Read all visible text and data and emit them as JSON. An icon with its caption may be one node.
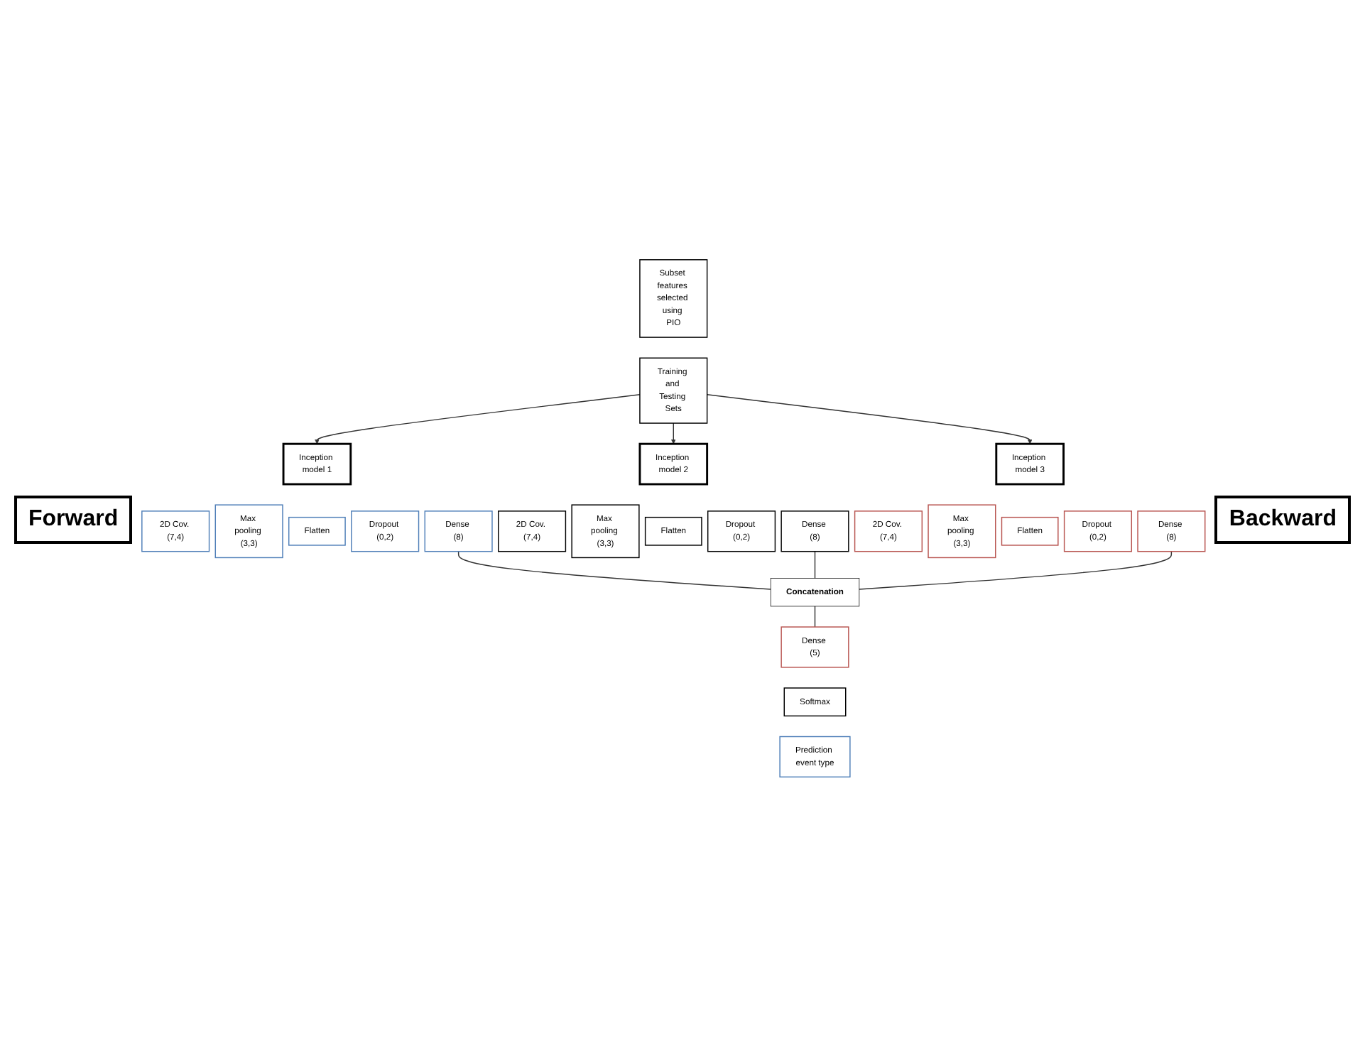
{
  "diagram": {
    "nodes": [
      {
        "text": [
          "Subset features selected using PIO"
        ]
      },
      {
        "text": [
          "Training and Testing Sets"
        ]
      },
      {
        "text": [
          "Inception model 1"
        ]
      },
      {
        "text": [
          "Inception model 2"
        ]
      },
      {
        "text": [
          "Inception model 3"
        ]
      },
      {
        "text": [
          "2D Cov. (7,4)"
        ]
      },
      {
        "text": [
          "Max pooling (3,3)"
        ]
      },
      {
        "text": [
          "Flatten"
        ]
      },
      {
        "text": [
          "Dropout (0,2)"
        ]
      },
      {
        "text": [
          "Dense (8)"
        ]
      },
      {
        "text": [
          "2D Cov. (7,4)"
        ]
      },
      {
        "text": [
          "Max pooling (3,3)"
        ]
      },
      {
        "text": [
          "Flatten"
        ]
      },
      {
        "text": [
          "Dropout (0,2)"
        ]
      },
      {
        "text": [
          "Dense (8)"
        ]
      },
      {
        "text": [
          "2D Cov. (7,4)"
        ]
      },
      {
        "text": [
          "Max pooling (3,3)"
        ]
      },
      {
        "text": [
          "Flatten"
        ]
      },
      {
        "text": [
          "Dropout (0,2)"
        ]
      },
      {
        "text": [
          "Dense (8)"
        ]
      },
      {
        "text": [
          "Concatenation"
        ]
      },
      {
        "text": [
          "Dense (5)"
        ]
      },
      {
        "text": [
          "Softmax"
        ]
      },
      {
        "text": [
          "Prediction event type"
        ]
      }
    ],
    "edges": [
      {
        "from": 1,
        "to": 2,
        "arrow": "to"
      },
      {
        "from": 1,
        "to": 3,
        "arrow": "to"
      },
      {
        "from": 1,
        "to": 4,
        "arrow": "to"
      },
      {
        "from": 9,
        "to": 20,
        "arrow": "none"
      },
      {
        "from": 14,
        "to": 20,
        "arrow": "none"
      },
      {
        "from": 19,
        "to": 20,
        "arrow": "none"
      },
      {
        "from": 20,
        "to": 21,
        "arrow": "none"
      }
    ],
    "labels": [
      "Forward",
      "Backward"
    ]
  }
}
